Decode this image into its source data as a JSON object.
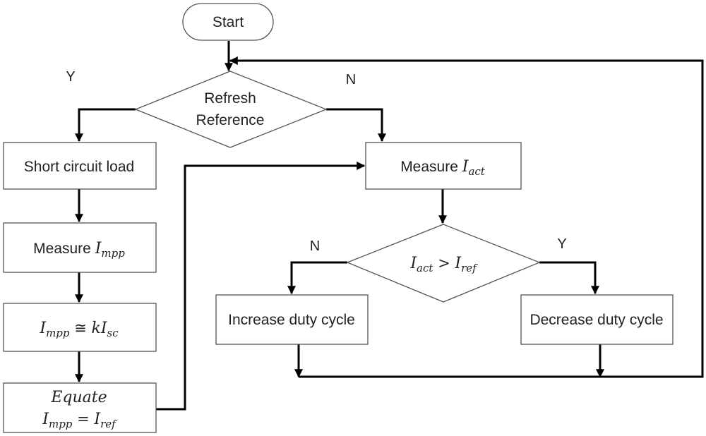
{
  "nodes": {
    "start": "Start",
    "refresh_line1": "Refresh",
    "refresh_line2": "Reference",
    "short_circuit": "Short circuit load",
    "measure_mpp": {
      "prefix": "Measure",
      "var": "I",
      "sub": "mpp"
    },
    "approx": {
      "lhs_var": "I",
      "lhs_sub": "mpp",
      "op": "≅",
      "rhs_coef": "k",
      "rhs_var": "I",
      "rhs_sub": "sc"
    },
    "equate": {
      "word": "Equate",
      "lhs_var": "I",
      "lhs_sub": "mpp",
      "op": "=",
      "rhs_var": "I",
      "rhs_sub": "ref"
    },
    "measure_act": {
      "prefix": "Measure",
      "var": "I",
      "sub": "act"
    },
    "compare": {
      "lhs_var": "I",
      "lhs_sub": "act",
      "op": ">",
      "rhs_var": "I",
      "rhs_sub": "ref"
    },
    "increase": "Increase duty cycle",
    "decrease": "Decrease duty cycle"
  },
  "labels": {
    "refresh_yes": "Y",
    "refresh_no": "N",
    "compare_no": "N",
    "compare_yes": "Y"
  }
}
